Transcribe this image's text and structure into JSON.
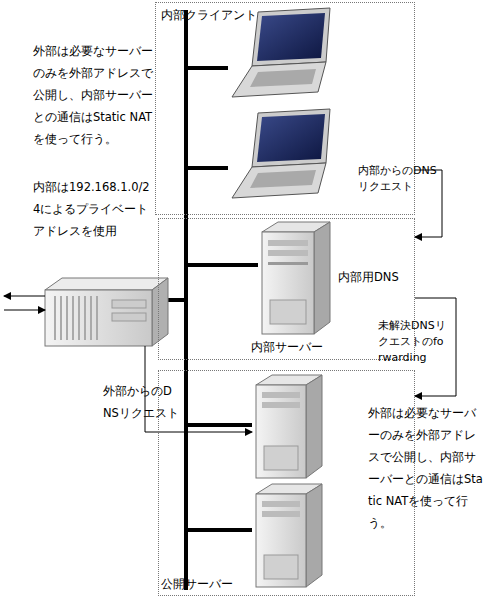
{
  "diagram": {
    "nodes": [
      {
        "text": [
          "内部クライアント"
        ]
      },
      {
        "text": [
          "内部サーバー"
        ]
      },
      {
        "text": [
          "公開サーバー"
        ]
      }
    ],
    "edges": [
      {
        "from": 0,
        "to": 1,
        "arrow": "to",
        "label": "内部からのDNSリクエスト"
      },
      {
        "from": 1,
        "to": 2,
        "arrow": "to",
        "label": "未解決DNSリクエストのforwarding"
      }
    ],
    "labels": [
      "外部は必要なサーバーのみを外部アドレスで公開し、内部サーバーとの通信はStatic NATを使って行う。",
      "内部は192.168.1.0/24によるプライベートアドレスを使用",
      "内部用DNS",
      "外部からのDNSリクエスト",
      "外部は必要なサーバーのみを外部アドレスで公開し、内部サーバーとの通信はStatic NATを使って行う。"
    ]
  }
}
